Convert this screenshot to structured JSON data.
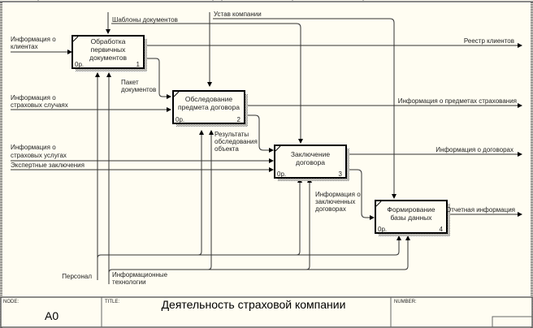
{
  "diagram": {
    "type": "IDEF0",
    "boxes": [
      {
        "id": "box-1",
        "lines": [
          "Обработка",
          "первичных",
          "документов"
        ],
        "cost": "0р.",
        "number": "1"
      },
      {
        "id": "box-2",
        "lines": [
          "Обследование",
          "предмета договора"
        ],
        "cost": "0р.",
        "number": "2"
      },
      {
        "id": "box-3",
        "lines": [
          "Заключение",
          "договора"
        ],
        "cost": "0р.",
        "number": "3"
      },
      {
        "id": "box-4",
        "lines": [
          "Формирование",
          "базы данных"
        ],
        "cost": "0р.",
        "number": "4"
      }
    ],
    "arrows": {
      "info_clients": [
        "Информация о",
        "клиентах"
      ],
      "doc_templates": "Шаблоны документов",
      "company_charter": "Устав компании",
      "client_registry": "Реестр клиентов",
      "doc_package": [
        "Пакет",
        "документов"
      ],
      "insurance_cases": [
        "Информация о",
        "страховых случаях"
      ],
      "insured_objects_info": "Информация о предметах страхования",
      "survey_results": [
        "Результаты",
        "обследования",
        "объекта"
      ],
      "insurance_services": [
        "Информация о",
        "страховых услугах"
      ],
      "expert_conclusions": "Экспертные заключения",
      "contracts_info": "Информация о договорах",
      "concluded_contracts": [
        "Информация о",
        "заключенных",
        "договорах"
      ],
      "report_info": "Отчетная информация",
      "personnel": "Персонал",
      "it": [
        "Информационные",
        "технологии"
      ]
    }
  },
  "footer": {
    "node_label": "NODE:",
    "node_value": "A0",
    "title_label": "TITLE:",
    "title_value": "Деятельность страховой компании",
    "number_label": "NUMBER:"
  }
}
